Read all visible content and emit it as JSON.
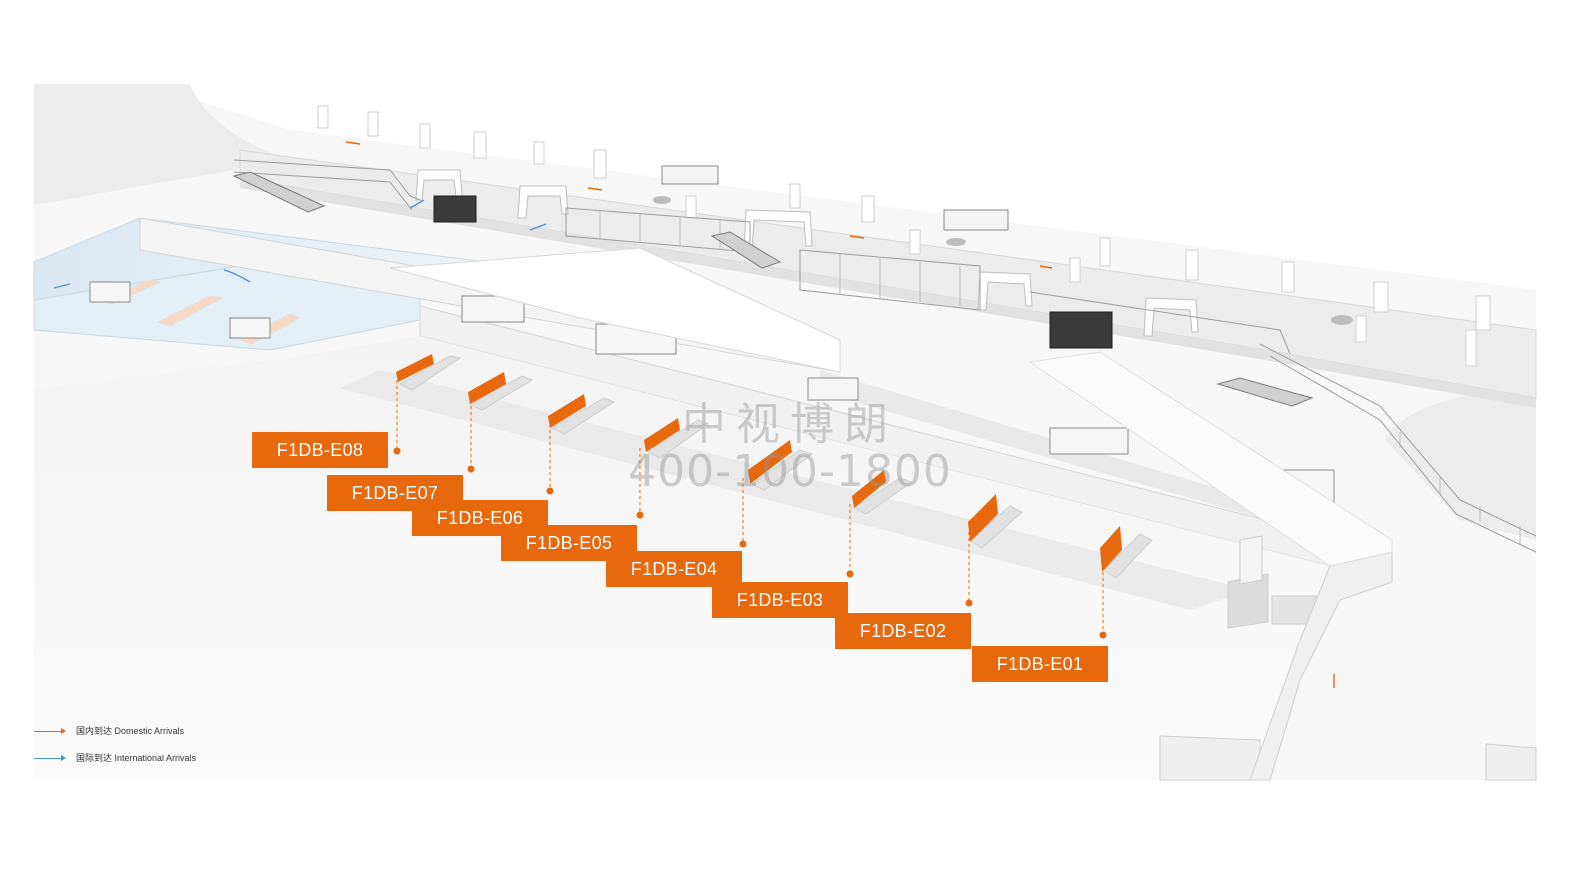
{
  "labels": [
    "F1DB-E08",
    "F1DB-E07",
    "F1DB-E06",
    "F1DB-E05",
    "F1DB-E04",
    "F1DB-E03",
    "F1DB-E02",
    "F1DB-E01"
  ],
  "watermark": {
    "name": "中视博朗",
    "phone": "400-100-1800"
  },
  "legend": {
    "domestic": "国内到达 Domestic Arrivals",
    "international": "国际到达 International Arrivals"
  },
  "colors": {
    "accent": "#e8680e",
    "domestic_arrow": "#e8680e",
    "international_arrow": "#4a90d9"
  },
  "icons": [
    "escalator-icon",
    "signboard-icon",
    "car-icon",
    "arrow-icon"
  ]
}
